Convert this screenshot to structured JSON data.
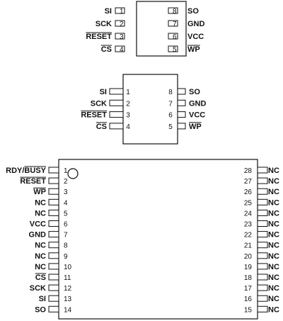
{
  "diagram": {
    "packages": [
      {
        "id": "soic8",
        "left_pins": [
          {
            "num": "1",
            "label": "SI",
            "overbar": ""
          },
          {
            "num": "2",
            "label": "SCK",
            "overbar": ""
          },
          {
            "num": "3",
            "label": "RESET",
            "overbar": "RESET"
          },
          {
            "num": "4",
            "label": "CS",
            "overbar": "CS"
          }
        ],
        "right_pins": [
          {
            "num": "8",
            "label": "SO",
            "overbar": ""
          },
          {
            "num": "7",
            "label": "GND",
            "overbar": ""
          },
          {
            "num": "6",
            "label": "VCC",
            "overbar": ""
          },
          {
            "num": "5",
            "label": "WP",
            "overbar": "WP"
          }
        ]
      },
      {
        "id": "dip8",
        "left_pins": [
          {
            "num": "1",
            "label": "SI",
            "overbar": ""
          },
          {
            "num": "2",
            "label": "SCK",
            "overbar": ""
          },
          {
            "num": "3",
            "label": "RESET",
            "overbar": "RESET"
          },
          {
            "num": "4",
            "label": "CS",
            "overbar": "CS"
          }
        ],
        "right_pins": [
          {
            "num": "8",
            "label": "SO",
            "overbar": ""
          },
          {
            "num": "7",
            "label": "GND",
            "overbar": ""
          },
          {
            "num": "6",
            "label": "VCC",
            "overbar": ""
          },
          {
            "num": "5",
            "label": "WP",
            "overbar": "WP"
          }
        ]
      },
      {
        "id": "tsop28",
        "left_pins": [
          {
            "num": "1",
            "label": "RDY/BUSY",
            "overbar": "BUSY"
          },
          {
            "num": "2",
            "label": "RESET",
            "overbar": "RESET"
          },
          {
            "num": "3",
            "label": "WP",
            "overbar": "WP"
          },
          {
            "num": "4",
            "label": "NC",
            "overbar": ""
          },
          {
            "num": "5",
            "label": "NC",
            "overbar": ""
          },
          {
            "num": "6",
            "label": "VCC",
            "overbar": ""
          },
          {
            "num": "7",
            "label": "GND",
            "overbar": ""
          },
          {
            "num": "8",
            "label": "NC",
            "overbar": ""
          },
          {
            "num": "9",
            "label": "NC",
            "overbar": ""
          },
          {
            "num": "10",
            "label": "NC",
            "overbar": ""
          },
          {
            "num": "11",
            "label": "CS",
            "overbar": "CS"
          },
          {
            "num": "12",
            "label": "SCK",
            "overbar": ""
          },
          {
            "num": "13",
            "label": "SI",
            "overbar": ""
          },
          {
            "num": "14",
            "label": "SO",
            "overbar": ""
          }
        ],
        "right_pins": [
          {
            "num": "28",
            "label": "NC",
            "overbar": ""
          },
          {
            "num": "27",
            "label": "NC",
            "overbar": ""
          },
          {
            "num": "26",
            "label": "NC",
            "overbar": ""
          },
          {
            "num": "25",
            "label": "NC",
            "overbar": ""
          },
          {
            "num": "24",
            "label": "NC",
            "overbar": ""
          },
          {
            "num": "23",
            "label": "NC",
            "overbar": ""
          },
          {
            "num": "22",
            "label": "NC",
            "overbar": ""
          },
          {
            "num": "21",
            "label": "NC",
            "overbar": ""
          },
          {
            "num": "20",
            "label": "NC",
            "overbar": ""
          },
          {
            "num": "19",
            "label": "NC",
            "overbar": ""
          },
          {
            "num": "18",
            "label": "NC",
            "overbar": ""
          },
          {
            "num": "17",
            "label": "NC",
            "overbar": ""
          },
          {
            "num": "16",
            "label": "NC",
            "overbar": ""
          },
          {
            "num": "15",
            "label": "NC",
            "overbar": ""
          }
        ]
      }
    ]
  }
}
